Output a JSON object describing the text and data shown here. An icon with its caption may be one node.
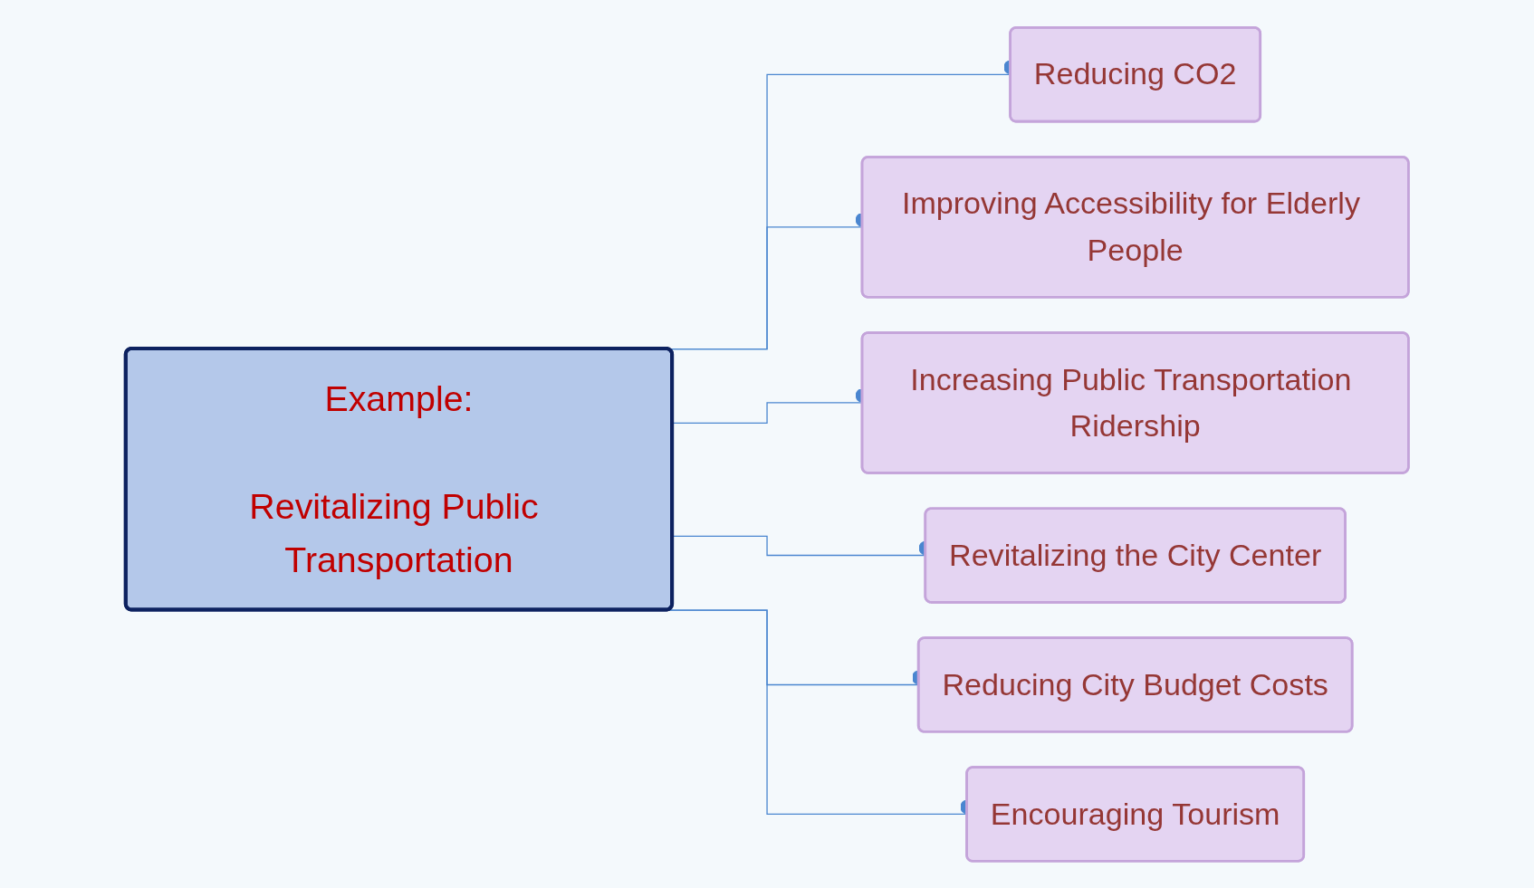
{
  "diagram": {
    "nodes": [
      {
        "text": [
          "Example:",
          "Revitalizing Public Transportation"
        ]
      },
      {
        "text": [
          "Reducing CO2"
        ]
      },
      {
        "text": [
          "Improving Accessibility for Elderly People"
        ]
      },
      {
        "text": [
          "Increasing Public Transportation Ridership"
        ]
      },
      {
        "text": [
          "Revitalizing the City Center"
        ]
      },
      {
        "text": [
          "Reducing City Budget Costs"
        ]
      },
      {
        "text": [
          "Encouraging Tourism"
        ]
      }
    ],
    "edges": [
      {
        "from": 0,
        "to": 1,
        "arrow": "other"
      },
      {
        "from": 0,
        "to": 2,
        "arrow": "other"
      },
      {
        "from": 0,
        "to": 3,
        "arrow": "other"
      },
      {
        "from": 0,
        "to": 4,
        "arrow": "other"
      },
      {
        "from": 0,
        "to": 5,
        "arrow": "other"
      },
      {
        "from": 0,
        "to": 6,
        "arrow": "other"
      }
    ]
  }
}
